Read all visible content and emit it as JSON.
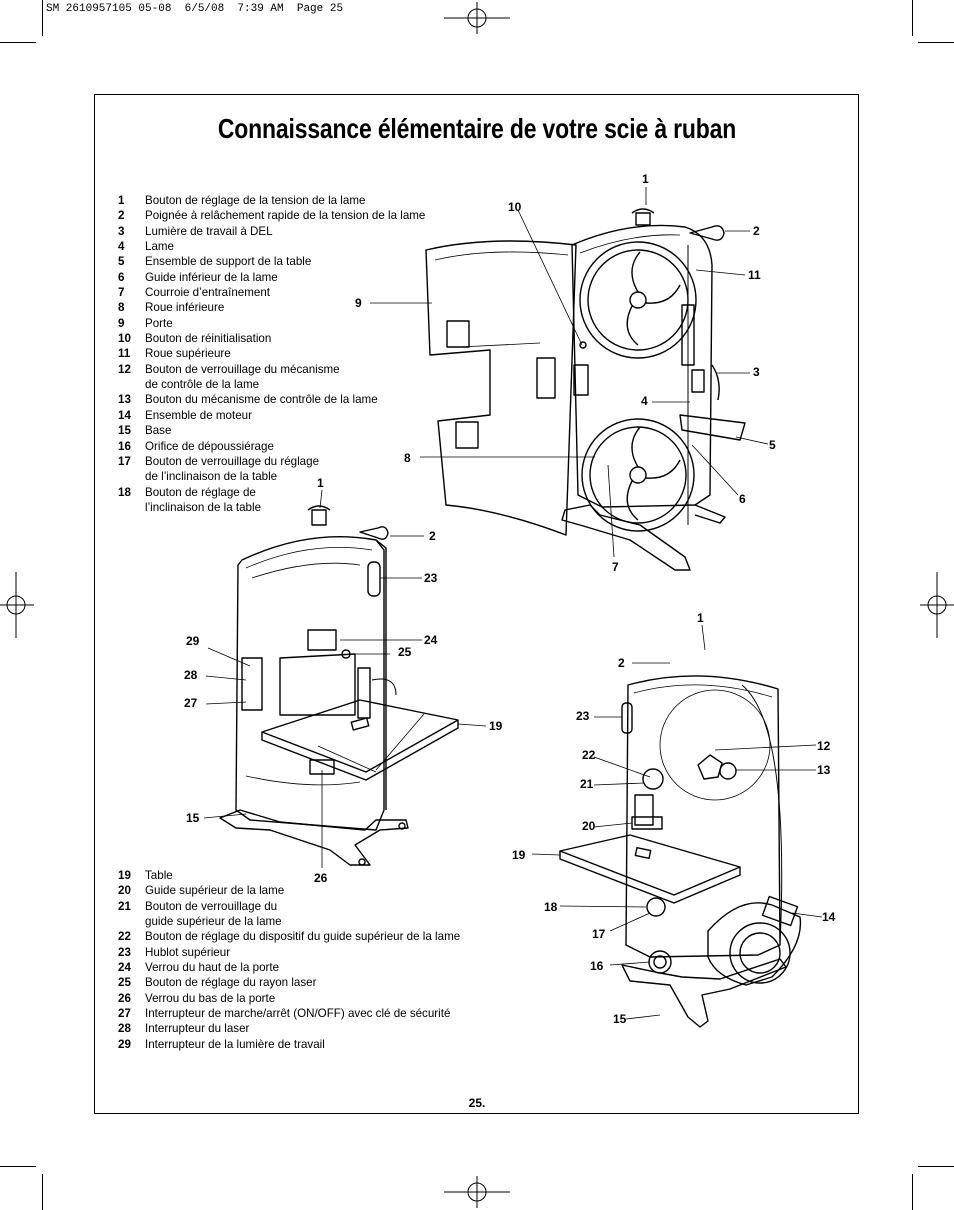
{
  "slug": "SM 2610957105 05-08  6/5/08  7:39 AM  Page 25",
  "title": "Connaissance élémentaire de votre scie à ruban",
  "page_number": "25.",
  "legend_a": [
    {
      "num": "1",
      "text": "Bouton de réglage de la tension de la lame"
    },
    {
      "num": "2",
      "text": "Poignée à relâchement rapide de la tension de la lame"
    },
    {
      "num": "3",
      "text": "Lumière de travail à DEL"
    },
    {
      "num": "4",
      "text": "Lame"
    },
    {
      "num": "5",
      "text": "Ensemble de support de la table"
    },
    {
      "num": "6",
      "text": "Guide inférieur de la lame"
    },
    {
      "num": "7",
      "text": "Courroie d’entraînement"
    },
    {
      "num": "8",
      "text": "Roue inférieure"
    },
    {
      "num": "9",
      "text": "Porte"
    },
    {
      "num": "10",
      "text": "Bouton de réinitialisation"
    },
    {
      "num": "11",
      "text": "Roue supérieure"
    },
    {
      "num": "12",
      "text": "Bouton de verrouillage du mécanisme\nde contrôle de la lame"
    },
    {
      "num": "13",
      "text": "Bouton du mécanisme de contrôle de la lame"
    },
    {
      "num": "14",
      "text": "Ensemble de moteur"
    },
    {
      "num": "15",
      "text": "Base"
    },
    {
      "num": "16",
      "text": "Orifice de dépoussiérage"
    },
    {
      "num": "17",
      "text": "Bouton de verrouillage du réglage\nde l’inclinaison de la table"
    },
    {
      "num": "18",
      "text": "Bouton de réglage de\nl’inclinaison de la table"
    }
  ],
  "legend_b": [
    {
      "num": "19",
      "text": "Table"
    },
    {
      "num": "20",
      "text": "Guide supérieur de la lame"
    },
    {
      "num": "21",
      "text": "Bouton de verrouillage du\nguide supérieur de la lame"
    },
    {
      "num": "22",
      "text": "Bouton de réglage du dispositif du guide supérieur de la lame"
    },
    {
      "num": "23",
      "text": "Hublot supérieur"
    },
    {
      "num": "24",
      "text": "Verrou du haut de la porte"
    },
    {
      "num": "25",
      "text": "Bouton de réglage du rayon laser"
    },
    {
      "num": "26",
      "text": "Verrou du bas de la porte"
    },
    {
      "num": "27",
      "text": "Interrupteur de marche/arrêt (ON/OFF) avec clé de sécurité"
    },
    {
      "num": "28",
      "text": "Interrupteur du laser"
    },
    {
      "num": "29",
      "text": "Interrupteur de la lumière de travail"
    }
  ],
  "callouts": {
    "fig1": [
      "1",
      "10",
      "2",
      "11",
      "9",
      "3",
      "4",
      "5",
      "8",
      "6",
      "7"
    ],
    "fig2": [
      "1",
      "2",
      "23",
      "29",
      "24",
      "25",
      "28",
      "27",
      "19",
      "15",
      "26"
    ],
    "fig3": [
      "1",
      "2",
      "23",
      "12",
      "13",
      "22",
      "21",
      "20",
      "19",
      "18",
      "14",
      "17",
      "16",
      "15"
    ]
  }
}
